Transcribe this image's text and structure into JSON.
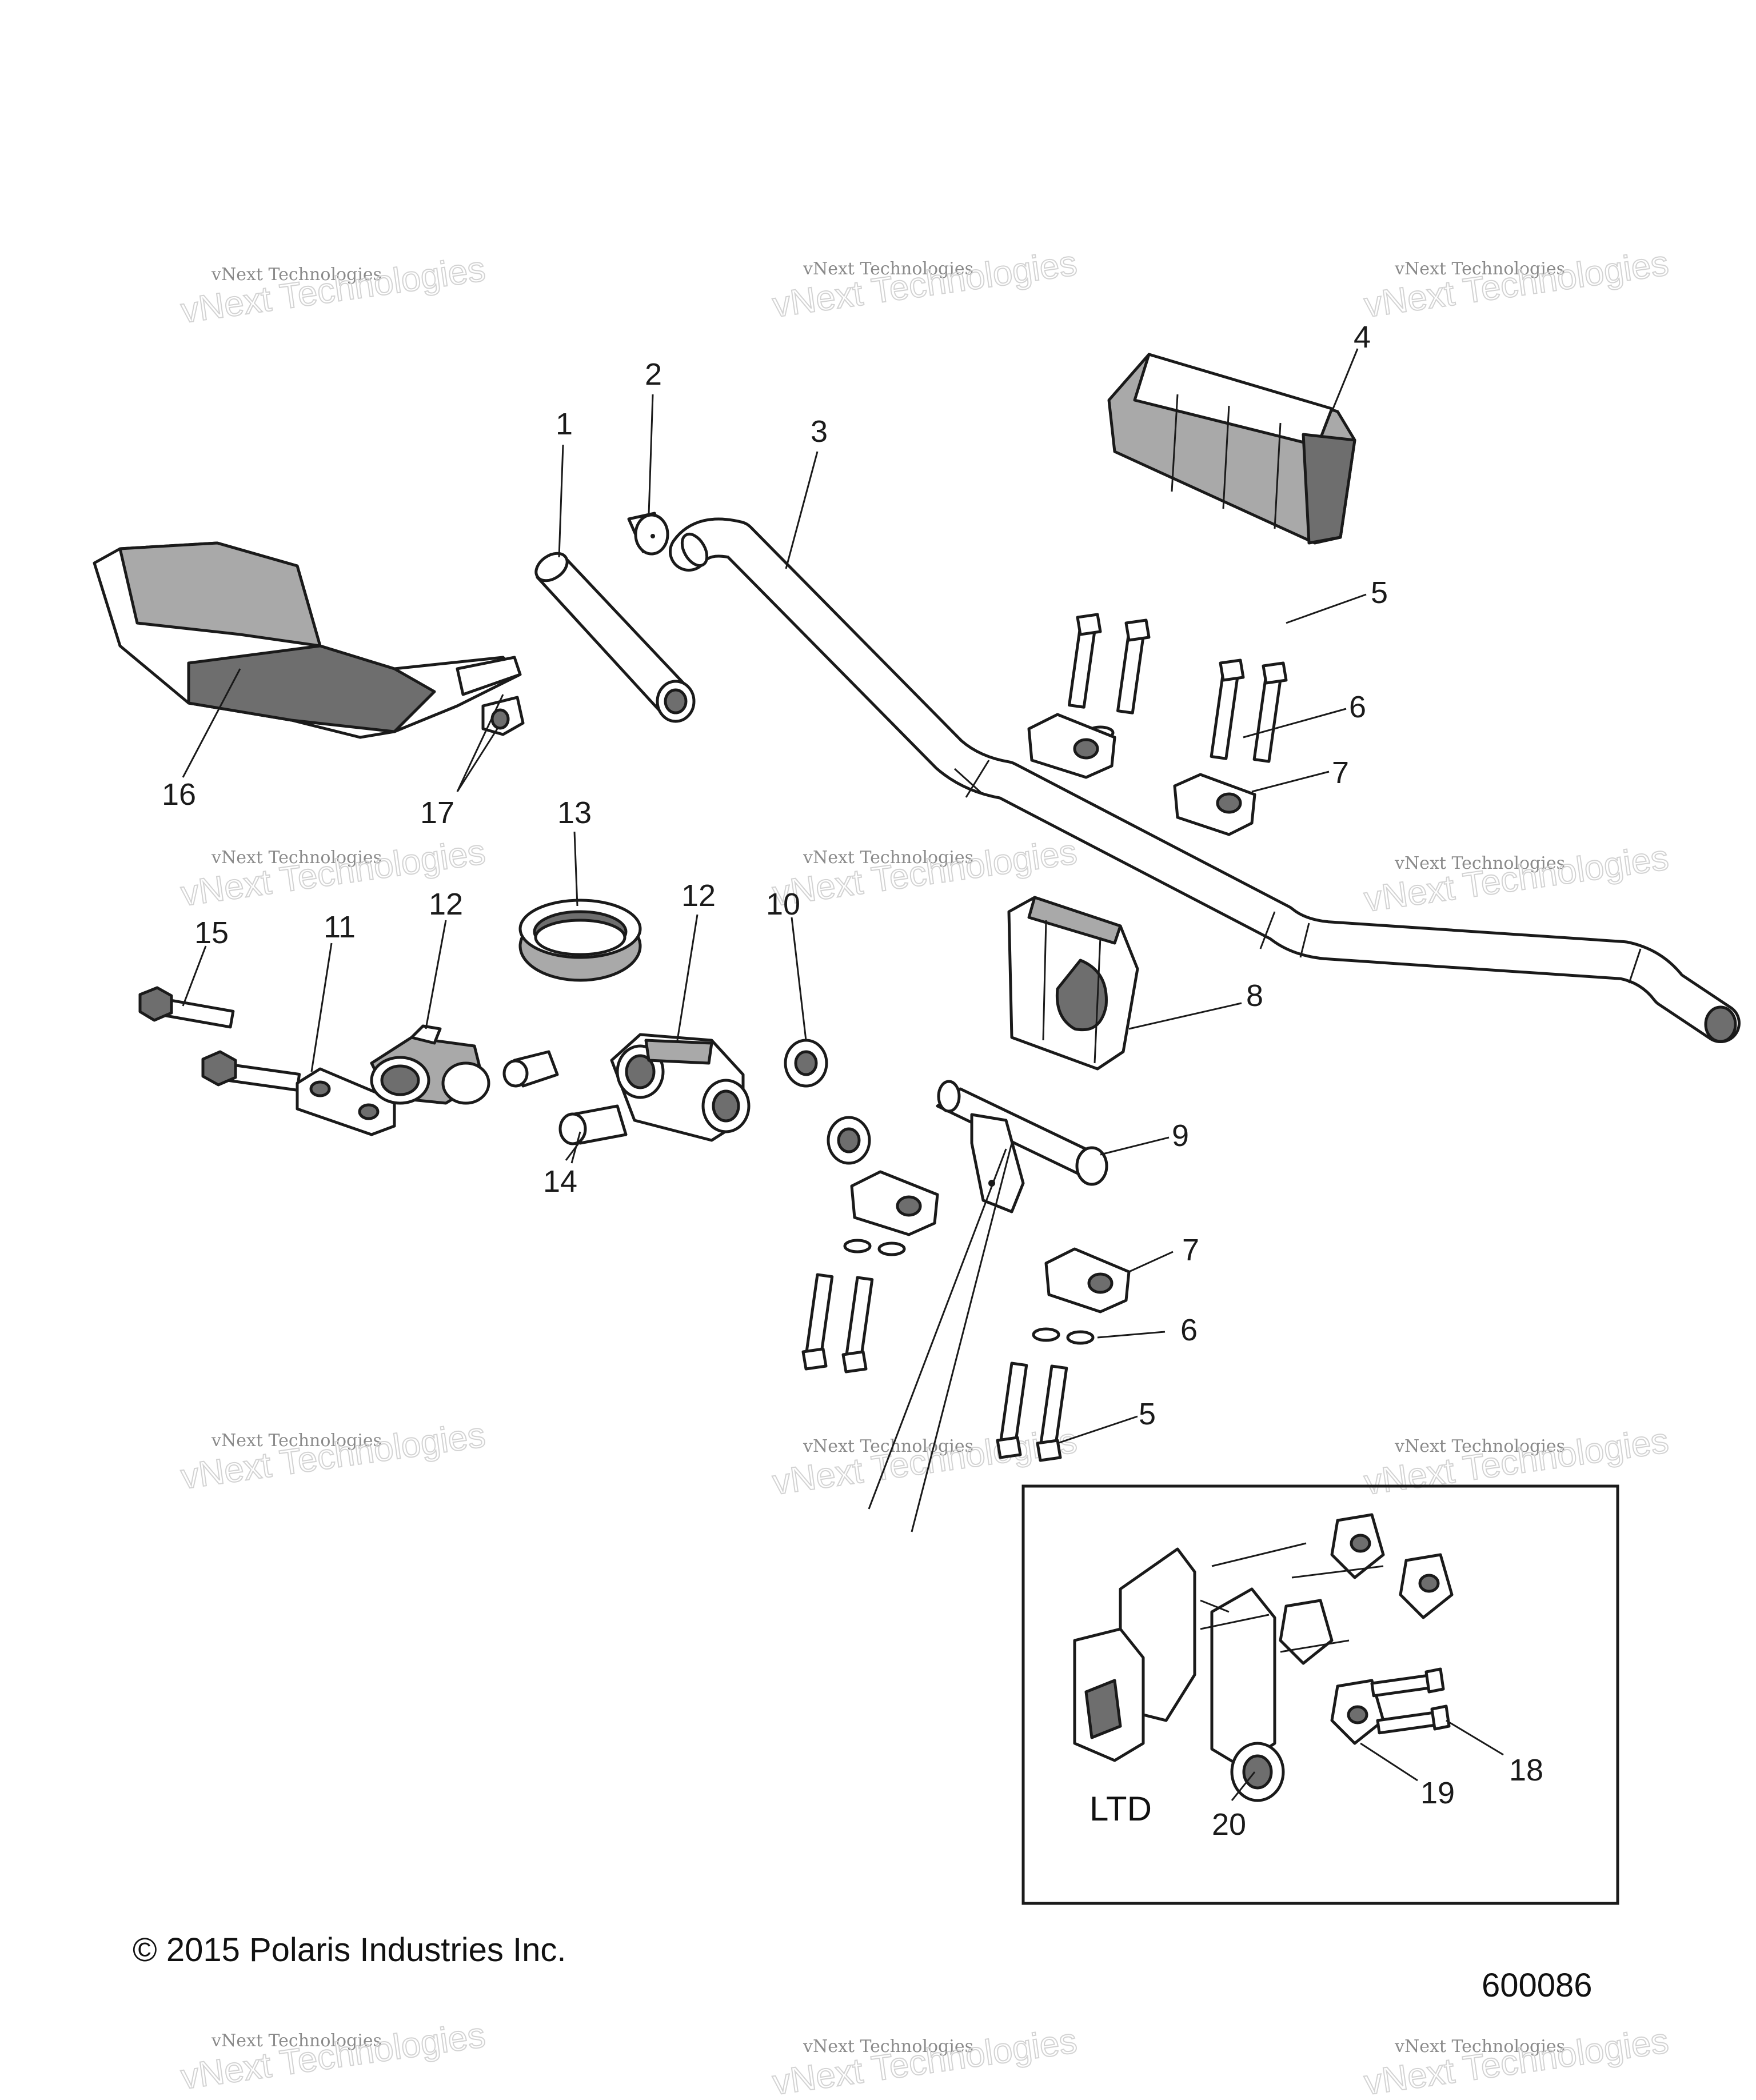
{
  "callouts": [
    "1",
    "2",
    "3",
    "4",
    "5",
    "6",
    "7",
    "8",
    "9",
    "10",
    "11",
    "12",
    "13",
    "14",
    "15",
    "16",
    "17",
    "18",
    "19",
    "20"
  ],
  "watermark": {
    "line1": "vNext Technologies",
    "line2": "vNext Technologies"
  },
  "copyright": "© 2015 Polaris Industries Inc.",
  "drawing_number": "600086",
  "inset_label": "LTD"
}
